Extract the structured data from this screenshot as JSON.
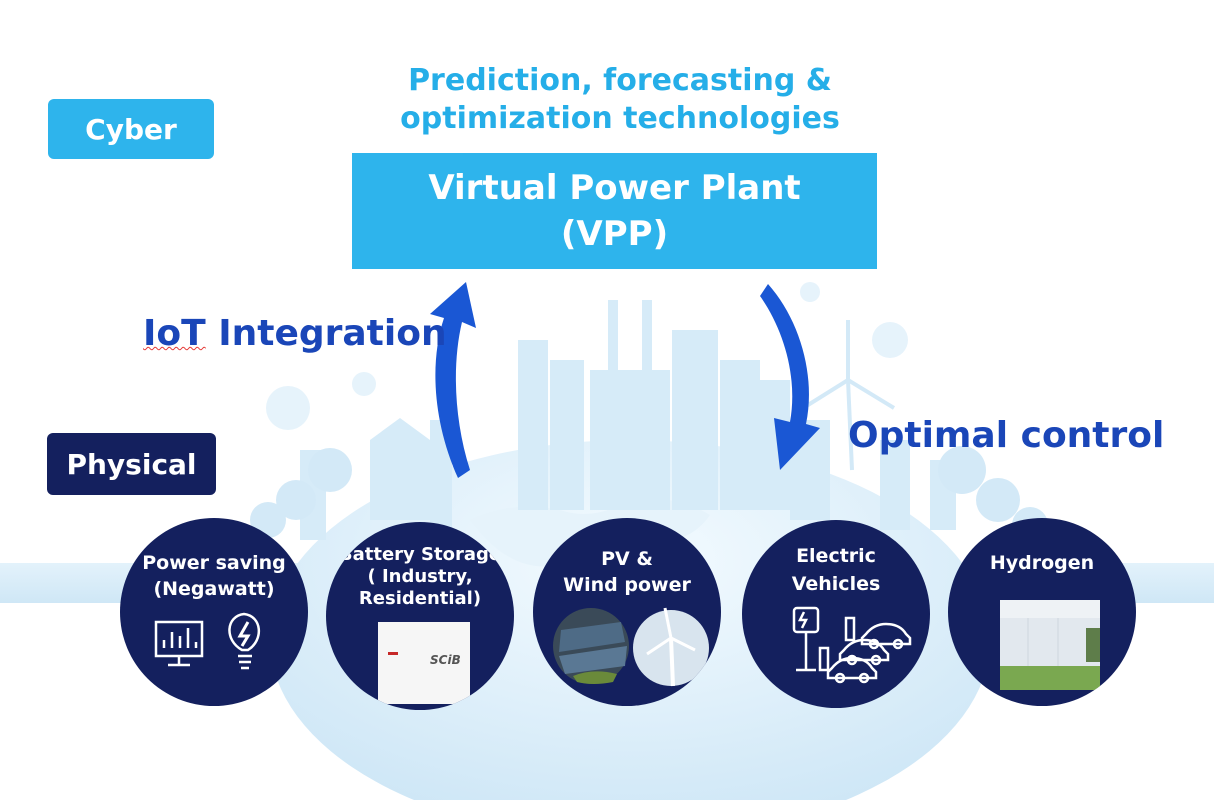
{
  "labels": {
    "cyber": "Cyber",
    "physical": "Physical"
  },
  "heading": {
    "line1": "Prediction, forecasting &",
    "line2": "optimization technologies"
  },
  "vpp": {
    "line1": "Virtual Power Plant",
    "line2": "(VPP)"
  },
  "arrows": {
    "iot_prefix": "IoT",
    "iot_suffix": " Integration",
    "optimal": "Optimal control"
  },
  "resources": [
    {
      "line1": "Power saving",
      "line2": "(Negawatt)",
      "line3": ""
    },
    {
      "line1": "Battery Storage",
      "line2": "( Industry,",
      "line3": "Residential)"
    },
    {
      "line1": "PV &",
      "line2": "Wind power",
      "line3": ""
    },
    {
      "line1": "Electric",
      "line2": "Vehicles",
      "line3": ""
    },
    {
      "line1": "Hydrogen",
      "line2": "",
      "line3": ""
    }
  ],
  "battery_brand": "SCiB",
  "colors": {
    "cyber_blue": "#2eb4ec",
    "navy": "#14205e",
    "arrow_blue": "#1a57d4",
    "text_blue": "#1a46b8",
    "city_light": "#d6ebf8"
  },
  "icons": [
    "monitor-chart-icon",
    "lightbulb-bolt-icon",
    "ev-charger-icon",
    "car-icon"
  ]
}
